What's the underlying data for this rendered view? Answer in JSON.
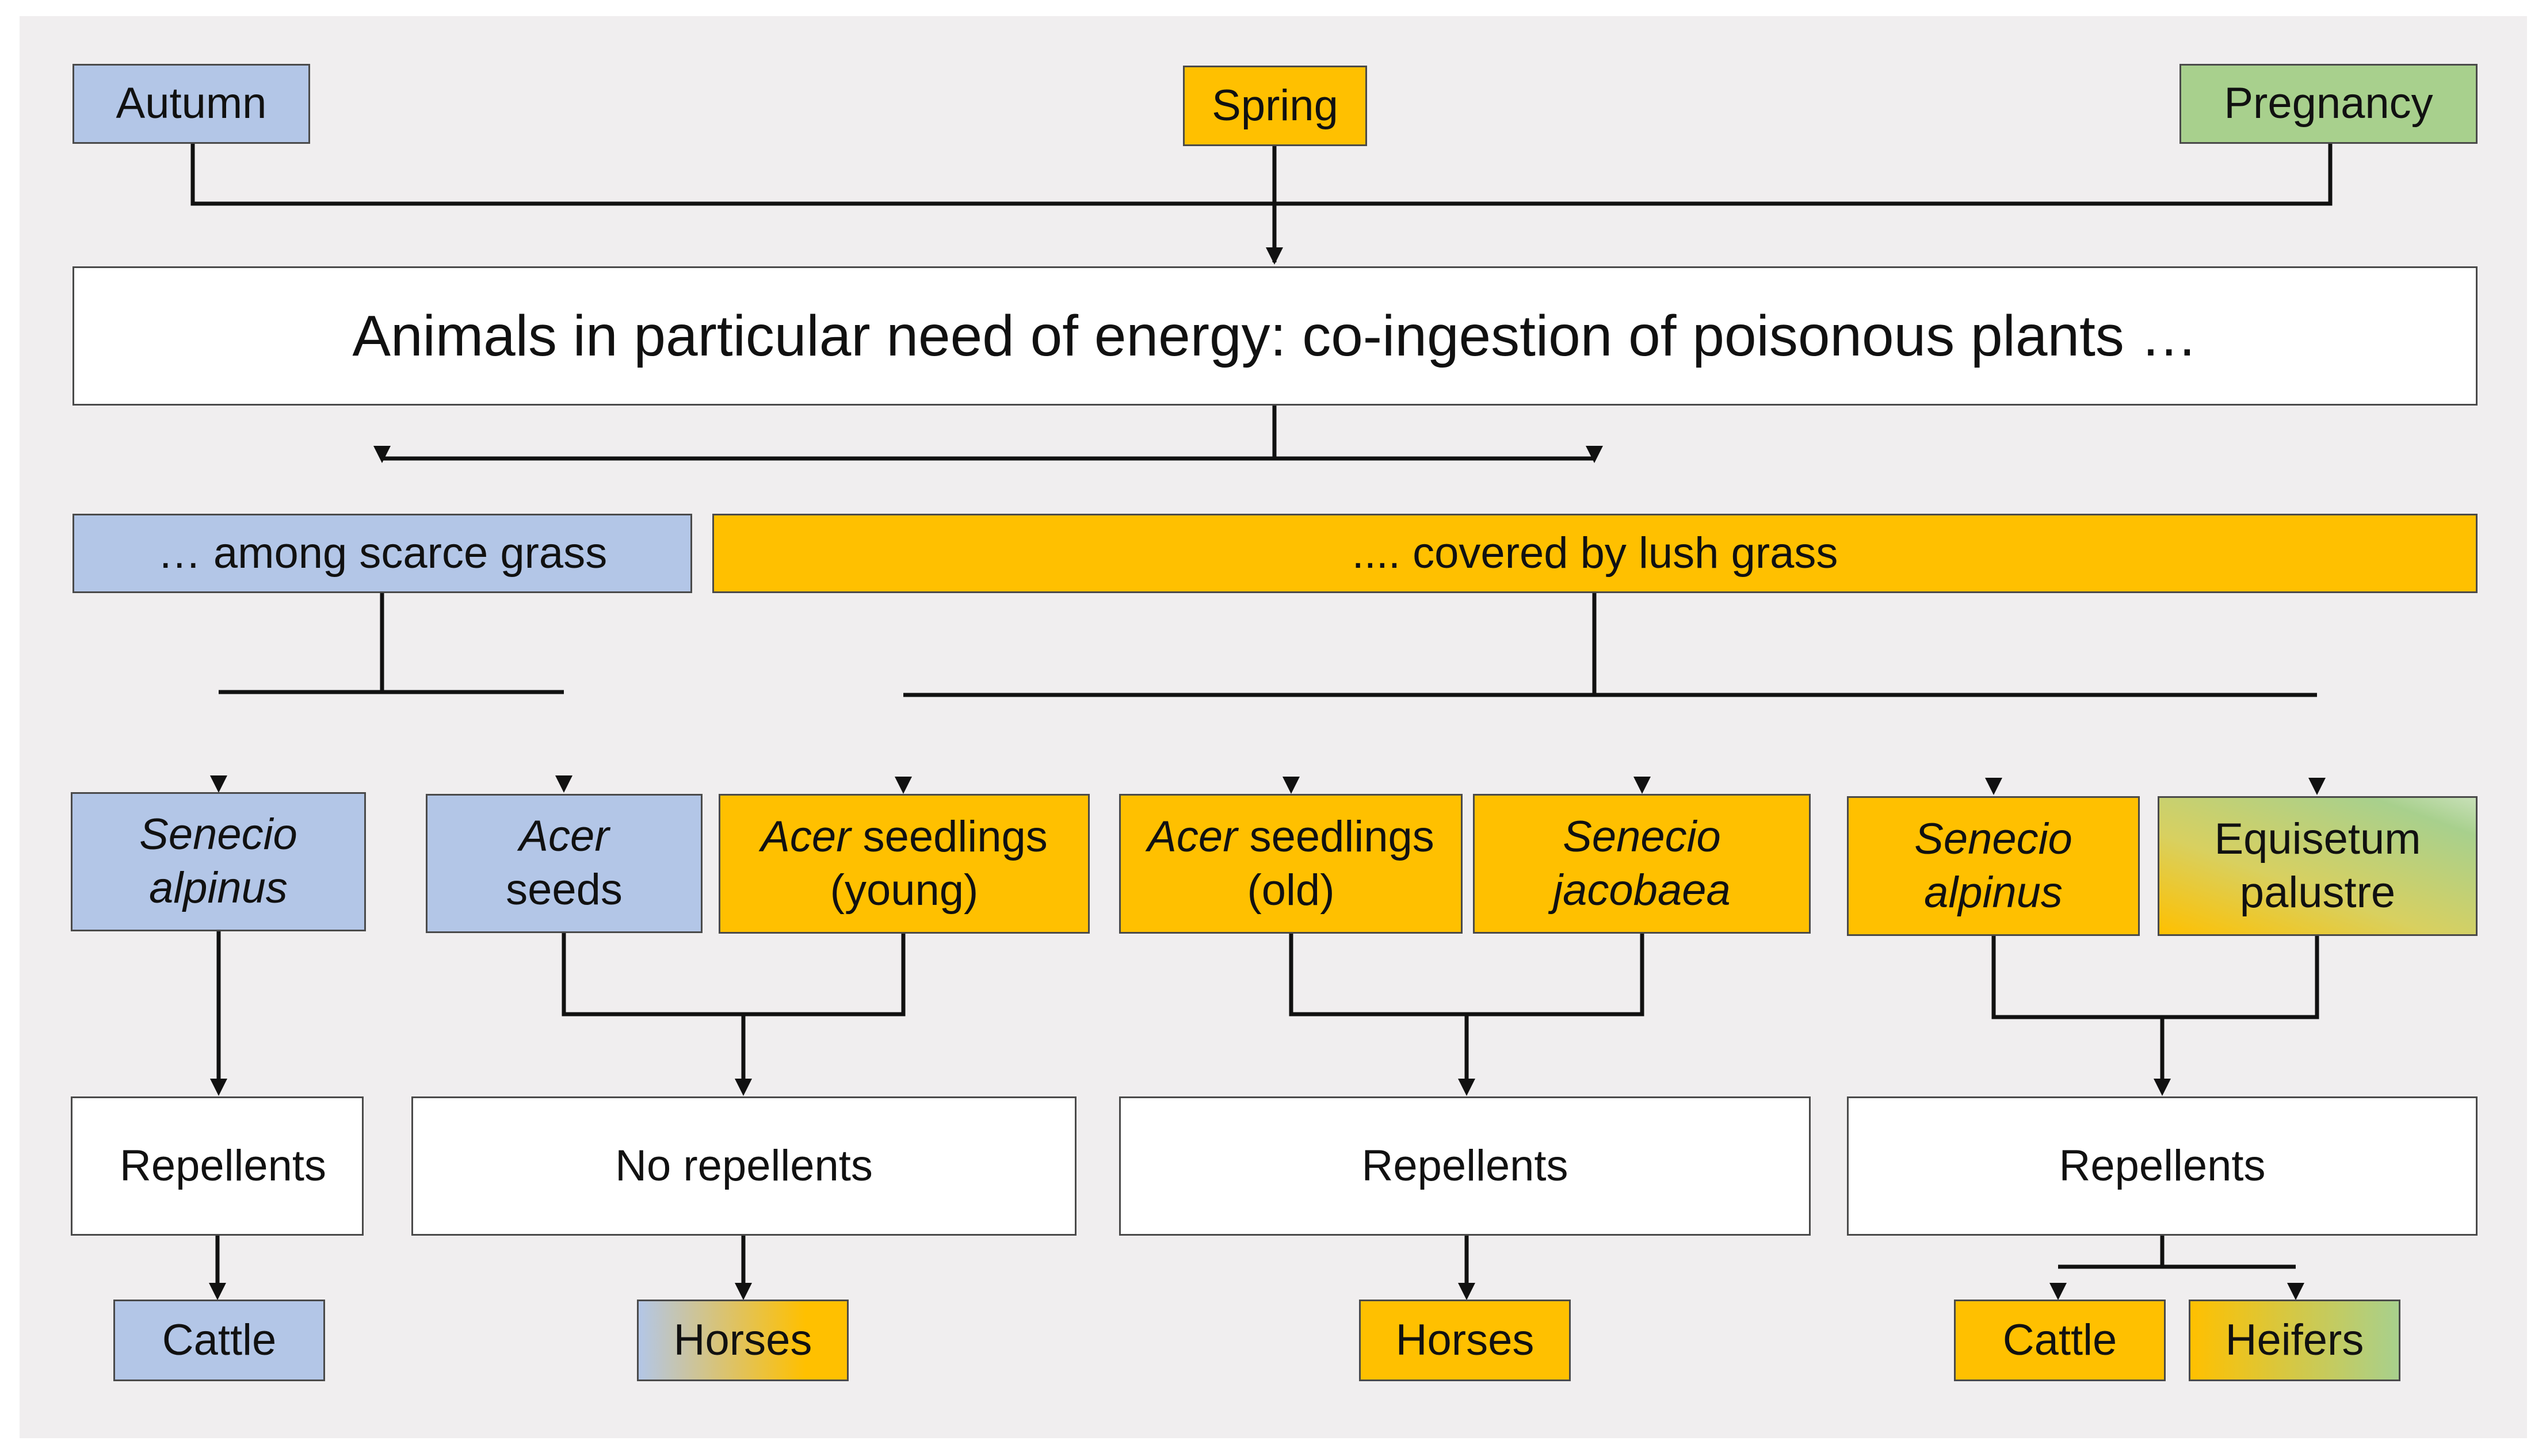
{
  "top": {
    "autumn": "Autumn",
    "spring": "Spring",
    "pregnancy": "Pregnancy"
  },
  "main": {
    "title": "Animals in particular need of energy: co-ingestion of poisonous plants …"
  },
  "branches": {
    "scarce": "… among scarce grass",
    "lush": ".... covered by lush grass"
  },
  "plants": {
    "senecio_alpinus_scarce": {
      "line1": "Senecio",
      "line2": "alpinus"
    },
    "acer_seeds": {
      "line1_italic": "Acer",
      "line2": "seeds"
    },
    "acer_young": {
      "italic": "Acer",
      "rest": " seedlings",
      "line2": "(young)"
    },
    "acer_old": {
      "italic": "Acer",
      "rest": " seedlings",
      "line2": "(old)"
    },
    "senecio_jacobaea": {
      "line1": "Senecio",
      "line2": "jacobaea"
    },
    "senecio_alpinus_lush": {
      "line1": "Senecio",
      "line2": "alpinus"
    },
    "equisetum": {
      "line1": "Equisetum",
      "line2": "palustre"
    }
  },
  "outcomes": {
    "repellents_1": "Repellents",
    "no_repellents": "No repellents",
    "repellents_2": "Repellents",
    "repellents_3": "Repellents"
  },
  "animals": {
    "cattle_1": "Cattle",
    "horses_1": "Horses",
    "horses_2": "Horses",
    "cattle_2": "Cattle",
    "heifers": "Heifers"
  },
  "colors": {
    "blue": "#b3c6e7",
    "orange": "#ffc000",
    "green": "#a8d08d",
    "background": "#f0eeef"
  }
}
